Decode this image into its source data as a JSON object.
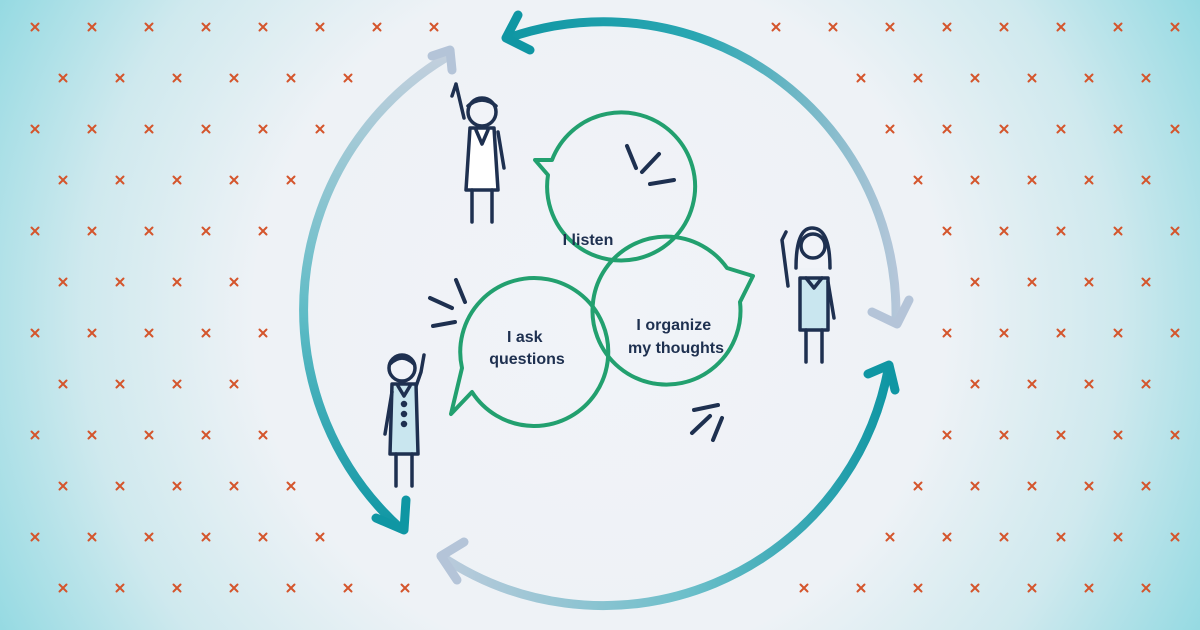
{
  "diagram": {
    "bubbles": [
      {
        "id": "listen",
        "lines": [
          "I listen"
        ]
      },
      {
        "id": "ask",
        "lines": [
          "I ask",
          "questions"
        ]
      },
      {
        "id": "organize",
        "lines": [
          "I organize",
          "my thoughts"
        ]
      }
    ],
    "people": [
      {
        "id": "top-left",
        "description": "person waving"
      },
      {
        "id": "bottom-left",
        "description": "person waving"
      },
      {
        "id": "right",
        "description": "person waving"
      }
    ],
    "colors": {
      "background": "#f1f3f8",
      "background_edge": "#86d6df",
      "teal_arrow": "#17a2ae",
      "pale_arrow": "#b4c4d8",
      "bubble_outline": "#22a06f",
      "figure_outline": "#1e3050",
      "figure_fill": "#c9e6ef",
      "cross_marks": "#d4552c"
    }
  }
}
